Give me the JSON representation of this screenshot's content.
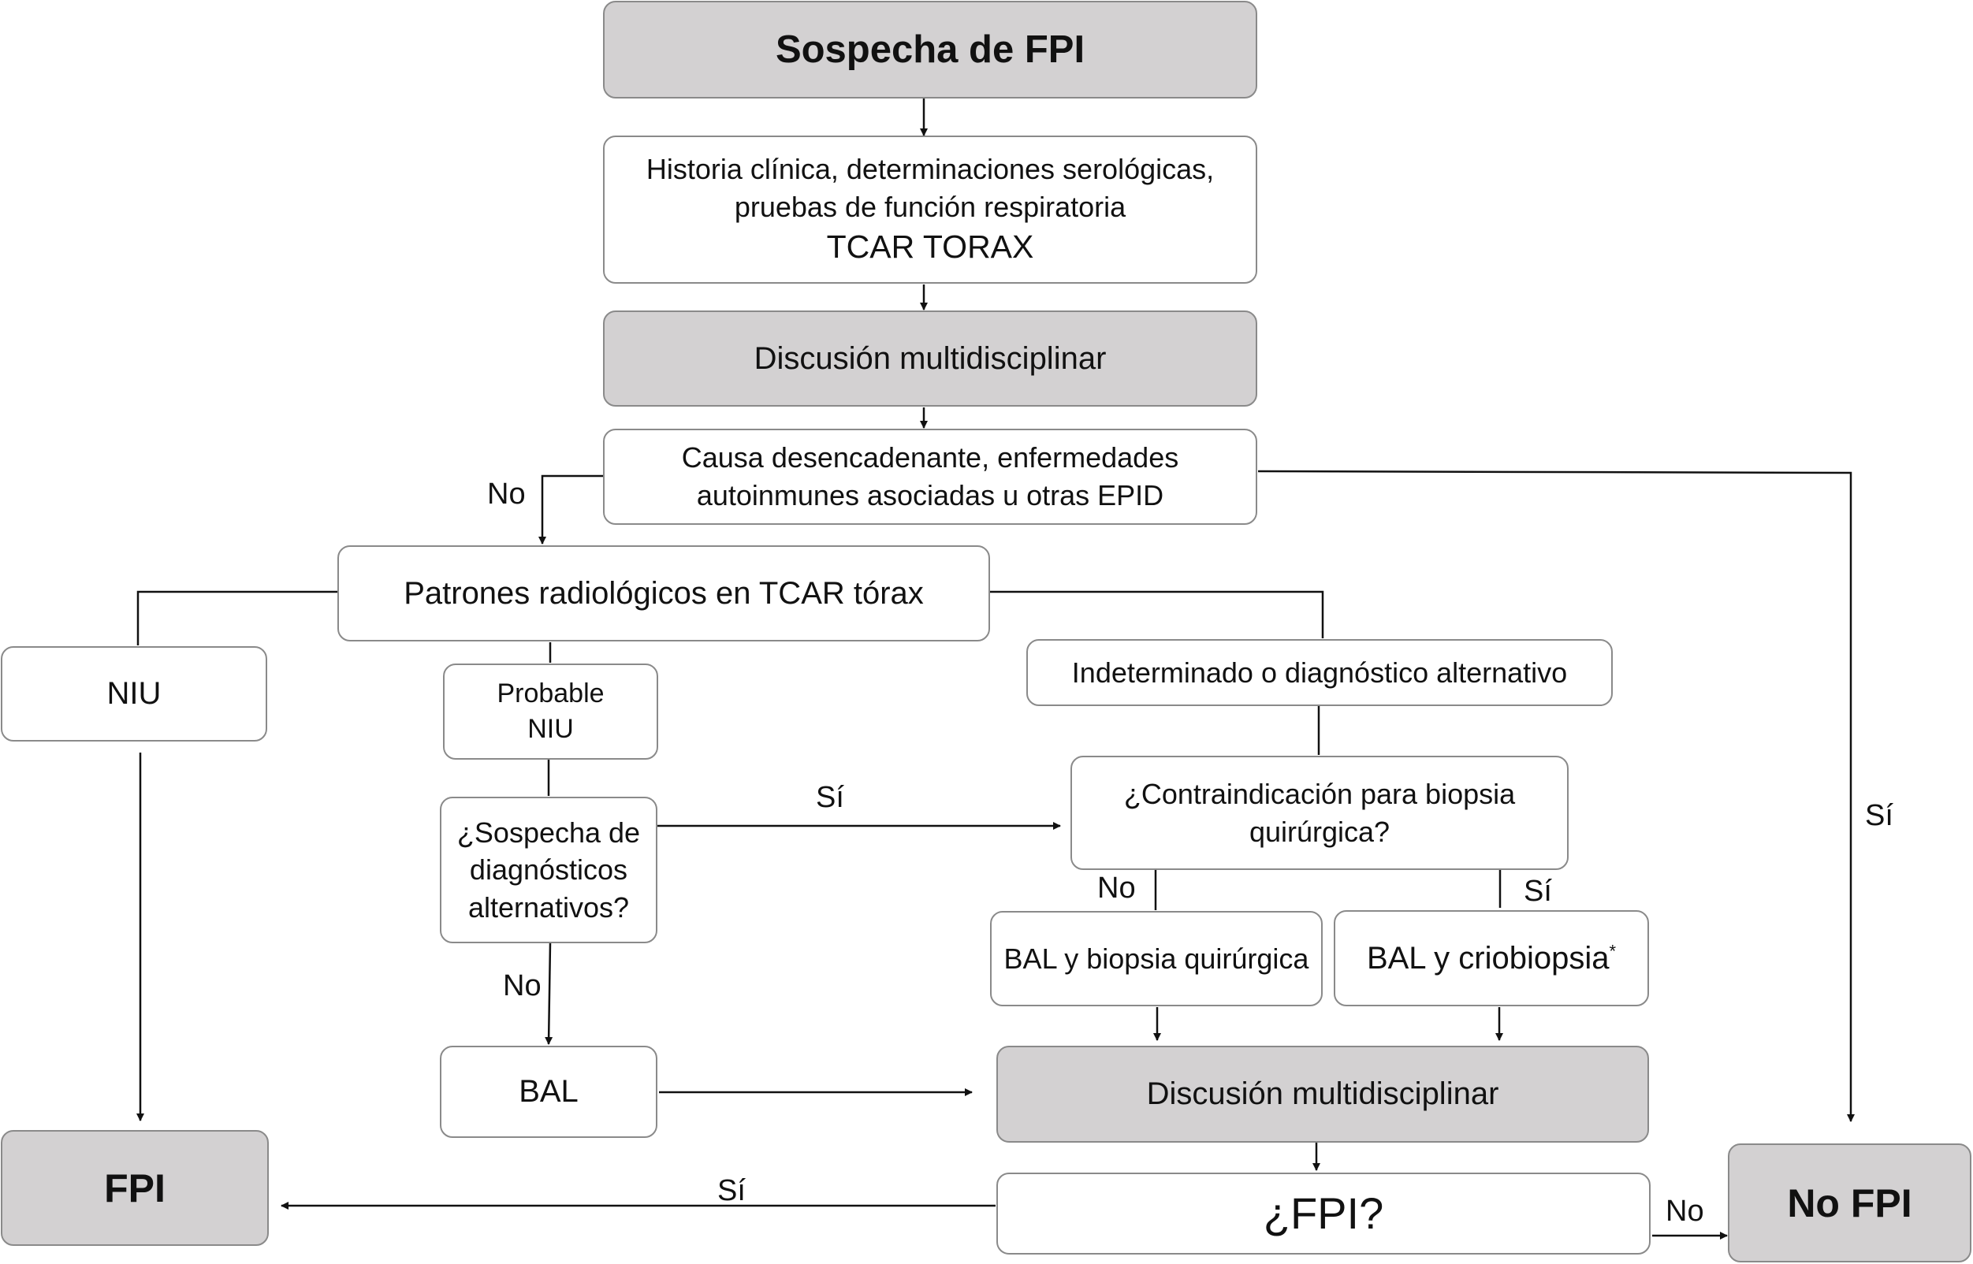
{
  "nodes": {
    "sospecha": "Sospecha de FPI",
    "historia_l1": "Historia clínica, determinaciones serológicas,",
    "historia_l2": "pruebas de función respiratoria",
    "historia_l3": "TCAR TORAX",
    "discusion1": "Discusión multidisciplinar",
    "causa_l1": "Causa desencadenante, enfermedades",
    "causa_l2": "autoinmunes asociadas u otras EPID",
    "patrones": "Patrones radiológicos en TCAR tórax",
    "niu": "NIU",
    "probable_l1": "Probable",
    "probable_l2": "NIU",
    "indeterminado": "Indeterminado o diagnóstico alternativo",
    "sospecha_alt_l1": "¿Sospecha de",
    "sospecha_alt_l2": "diagnósticos",
    "sospecha_alt_l3": "alternativos?",
    "contraindicacion_l1": "¿Contraindicación para biopsia",
    "contraindicacion_l2": "quirúrgica?",
    "bal_biopsia": "BAL y biopsia quirúrgica",
    "bal_crio": "BAL y criobiopsia",
    "bal_crio_mark": "*",
    "bal": "BAL",
    "discusion2": "Discusión multidisciplinar",
    "fpi_q": "¿FPI?",
    "fpi": "FPI",
    "no_fpi": "No FPI"
  },
  "labels": {
    "no_causa": "No",
    "si_causa": "Sí",
    "si_sospecha": "Sí",
    "no_contra": "No",
    "si_contra": "Sí",
    "no_sospecha": "No",
    "si_fpi": "Sí",
    "no_fpi": "No"
  },
  "colors": {
    "node_grey": "#d3d1d2",
    "border": "#8a8a8a",
    "line": "#111111"
  }
}
